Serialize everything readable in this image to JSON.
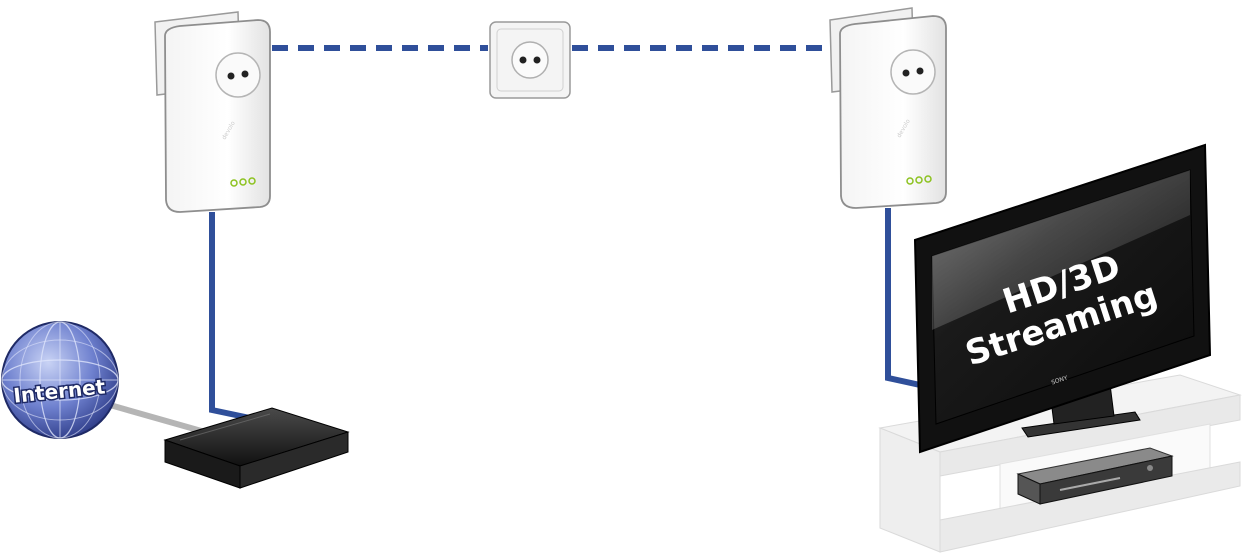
{
  "diagram": {
    "internet_label": "Internet",
    "tv_line1": "HD/3D",
    "tv_line2": "Streaming",
    "tv_brand": "SONY"
  },
  "colors": {
    "cable": "#2f4f9a",
    "globe": "#4a5fb5",
    "led": "#8cc21f"
  }
}
